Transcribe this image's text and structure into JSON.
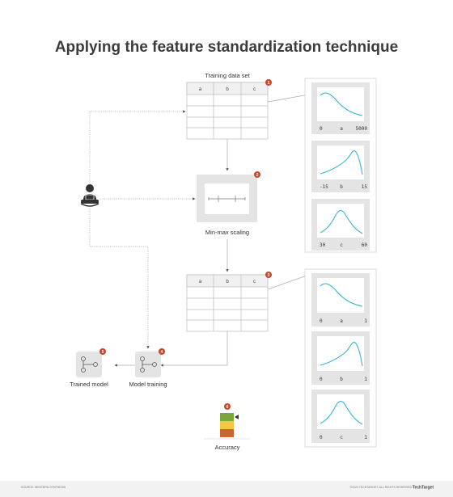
{
  "title": "Applying the feature standardization technique",
  "training_label": "Training data set",
  "table1": {
    "headers": [
      "a",
      "b",
      "c"
    ]
  },
  "table2": {
    "headers": [
      "a",
      "b",
      "c"
    ]
  },
  "steps": [
    "1",
    "2",
    "3",
    "4",
    "5",
    "6"
  ],
  "minmax_label": "Min-max scaling",
  "trained_model_label": "Trained model",
  "model_training_label": "Model training",
  "accuracy_label": "Accuracy",
  "charts_top": [
    {
      "left": "0",
      "mid": "a",
      "right": "5000"
    },
    {
      "left": "-15",
      "mid": "b",
      "right": "15"
    },
    {
      "left": "30",
      "mid": "c",
      "right": "60"
    }
  ],
  "charts_bottom": [
    {
      "left": "0",
      "mid": "a",
      "right": "1"
    },
    {
      "left": "0",
      "mid": "b",
      "right": "1"
    },
    {
      "left": "0",
      "mid": "c",
      "right": "1"
    }
  ],
  "footer_left": "SOURCE: WESTERN SYNTHESIS",
  "footer_right": "©2023 TECHTARGET. ALL RIGHTS RESERVED.",
  "brand": "TechTarget",
  "colors": {
    "badge": "#c8472b",
    "curve": "#35b6d4",
    "meter_green": "#7aa63c",
    "meter_yellow": "#f2c744",
    "meter_red": "#c8643b",
    "panel_fill": "#e4e4e4"
  }
}
